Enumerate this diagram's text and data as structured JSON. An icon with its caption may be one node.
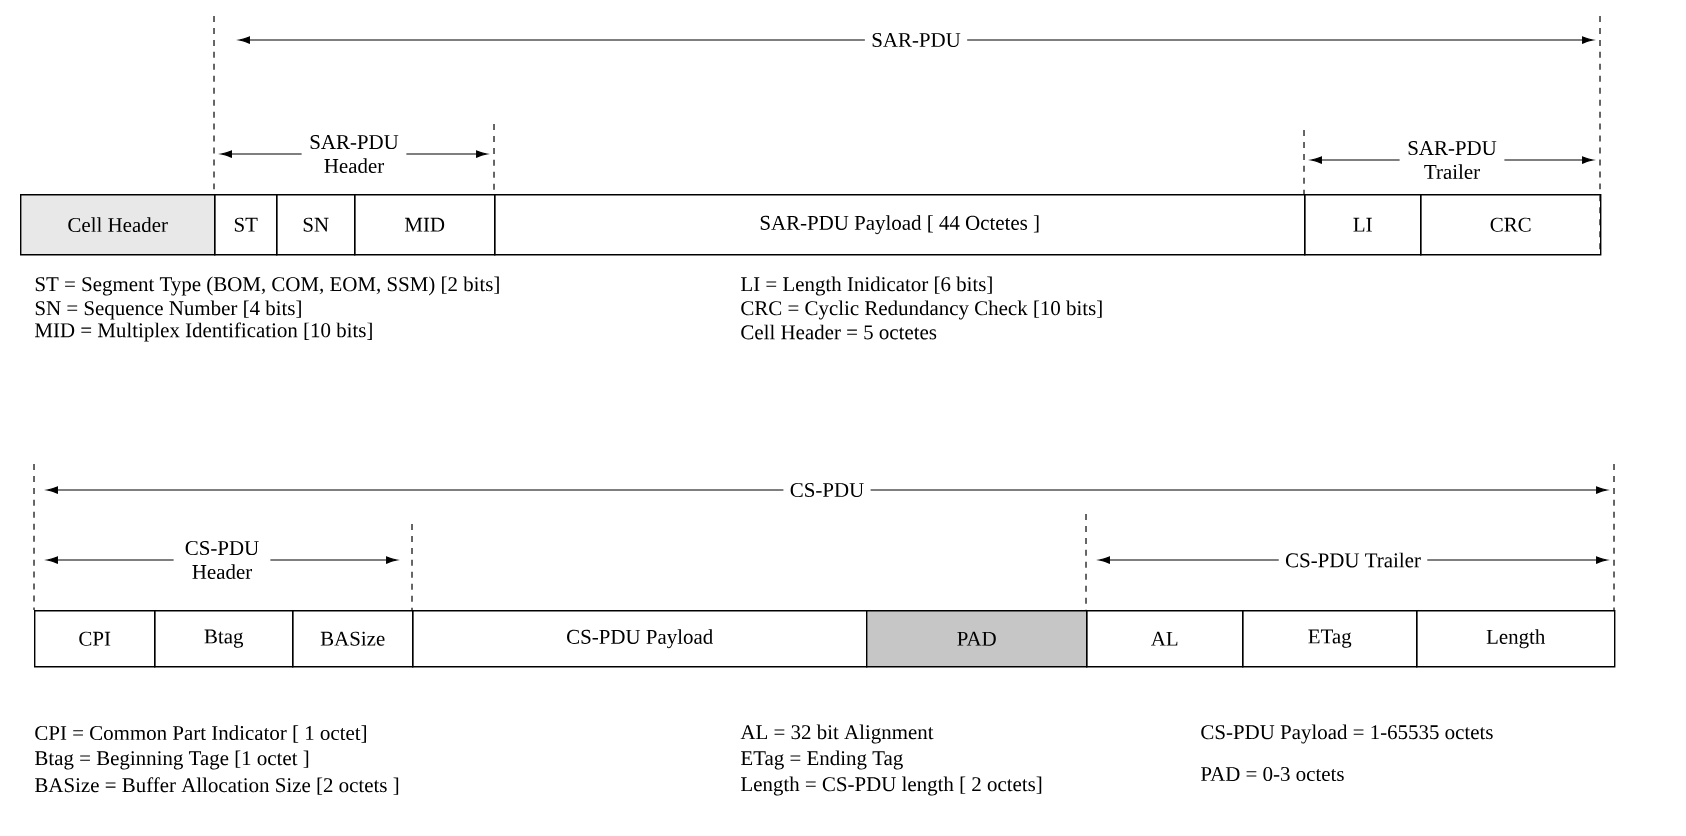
{
  "diagram": {
    "nodes": [
      {
        "text": [
          "Cell Header"
        ]
      },
      {
        "text": [
          "ST"
        ]
      },
      {
        "text": [
          "SN"
        ]
      },
      {
        "text": [
          "MID"
        ]
      },
      {
        "text": [
          "SAR-PDU Payload [ 44 Octetes ]"
        ]
      },
      {
        "text": [
          "LI"
        ]
      },
      {
        "text": [
          "CRC"
        ]
      },
      {
        "text": [
          "CPI"
        ]
      },
      {
        "text": [
          "Btag"
        ]
      },
      {
        "text": [
          "BASize"
        ]
      },
      {
        "text": [
          "CS-PDU Payload"
        ]
      },
      {
        "text": [
          "PAD"
        ]
      },
      {
        "text": [
          "AL"
        ]
      },
      {
        "text": [
          "ETag"
        ]
      },
      {
        "text": [
          "Length"
        ]
      }
    ],
    "labels": [
      "SAR-PDU",
      "SAR-PDU Header",
      "SAR-PDU Trailer",
      "ST = Segment Type (BOM, COM, EOM, SSM) [2 bits]",
      "LI = Length Inidicator [6 bits]",
      "SN = Sequence Number [4 bits]",
      "CRC = Cyclic Redundancy Check [10 bits]",
      "MID = Multiplex Identification [10 bits]",
      "Cell Header = 5 octetes",
      "CS-PDU",
      "CS-PDU Header",
      "CS-PDU Trailer",
      "CPI = Common Part Indicator [ 1 octet]",
      "AL = 32 bit Alignment",
      "CS-PDU Payload = 1-65535 octets",
      "Btag = Beginning Tage [1 octet ]",
      "ETag = Ending Tag",
      "PAD = 0-3 octets",
      "BASize = Buffer Allocation Size [2 octets ]",
      "Length = CS-PDU length [ 2 octets]"
    ]
  }
}
